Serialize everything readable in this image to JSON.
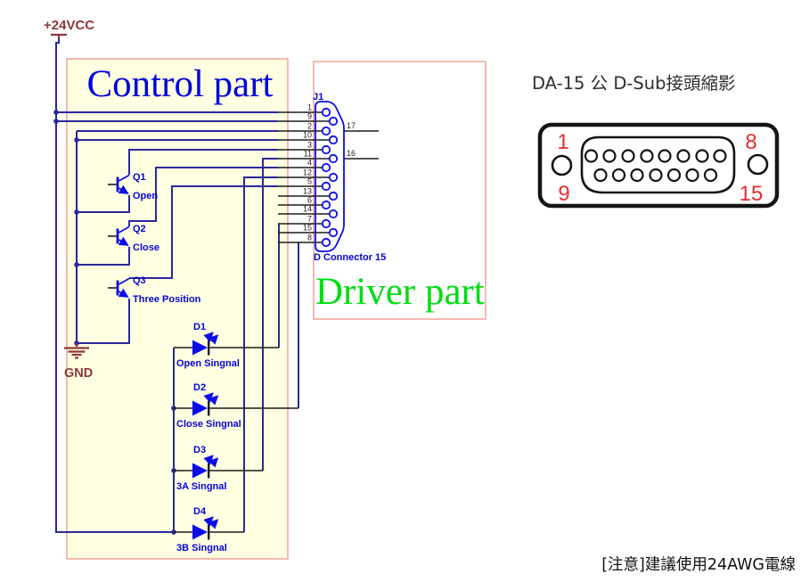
{
  "page": {
    "note": "[注意]建議使用24AWG電線"
  },
  "schematic": {
    "power_label": "+24VCC",
    "ground_label": "GND",
    "control_title": "Control part",
    "driver_title": "Driver part",
    "connector": {
      "designator": "J1",
      "name": "D Connector 15",
      "left_pins": [
        "1",
        "9",
        "2",
        "10",
        "3",
        "11",
        "4",
        "12",
        "5",
        "13",
        "6",
        "14",
        "7",
        "15",
        "8"
      ],
      "right_pins": [
        "17",
        "16"
      ]
    },
    "transistors": [
      {
        "designator": "Q1",
        "function": "Open"
      },
      {
        "designator": "Q2",
        "function": "Close"
      },
      {
        "designator": "Q3",
        "function": "Three Position"
      }
    ],
    "leds": [
      {
        "designator": "D1",
        "signal": "Open Singnal"
      },
      {
        "designator": "D2",
        "signal": "Close Singnal"
      },
      {
        "designator": "D3",
        "signal": "3A Singnal"
      },
      {
        "designator": "D4",
        "signal": "3B Singnal"
      }
    ]
  },
  "dsub": {
    "title": "DA-15 公 D-Sub接頭縮影",
    "pin_labels": {
      "top_left": "1",
      "top_right": "8",
      "bottom_left": "9",
      "bottom_right": "15"
    },
    "top_row_pins": 8,
    "bottom_row_pins": 7
  },
  "colors": {
    "wire": "#28289A",
    "symbol": "#0D0DE8",
    "label": "#0505D5",
    "power": "#8C3838",
    "box_fill": "#FFFFE2",
    "box_border": "#F2A396",
    "control_title": "#0202DD",
    "driver_title": "#00DC12",
    "dsub_pin_red": "#E03030"
  }
}
